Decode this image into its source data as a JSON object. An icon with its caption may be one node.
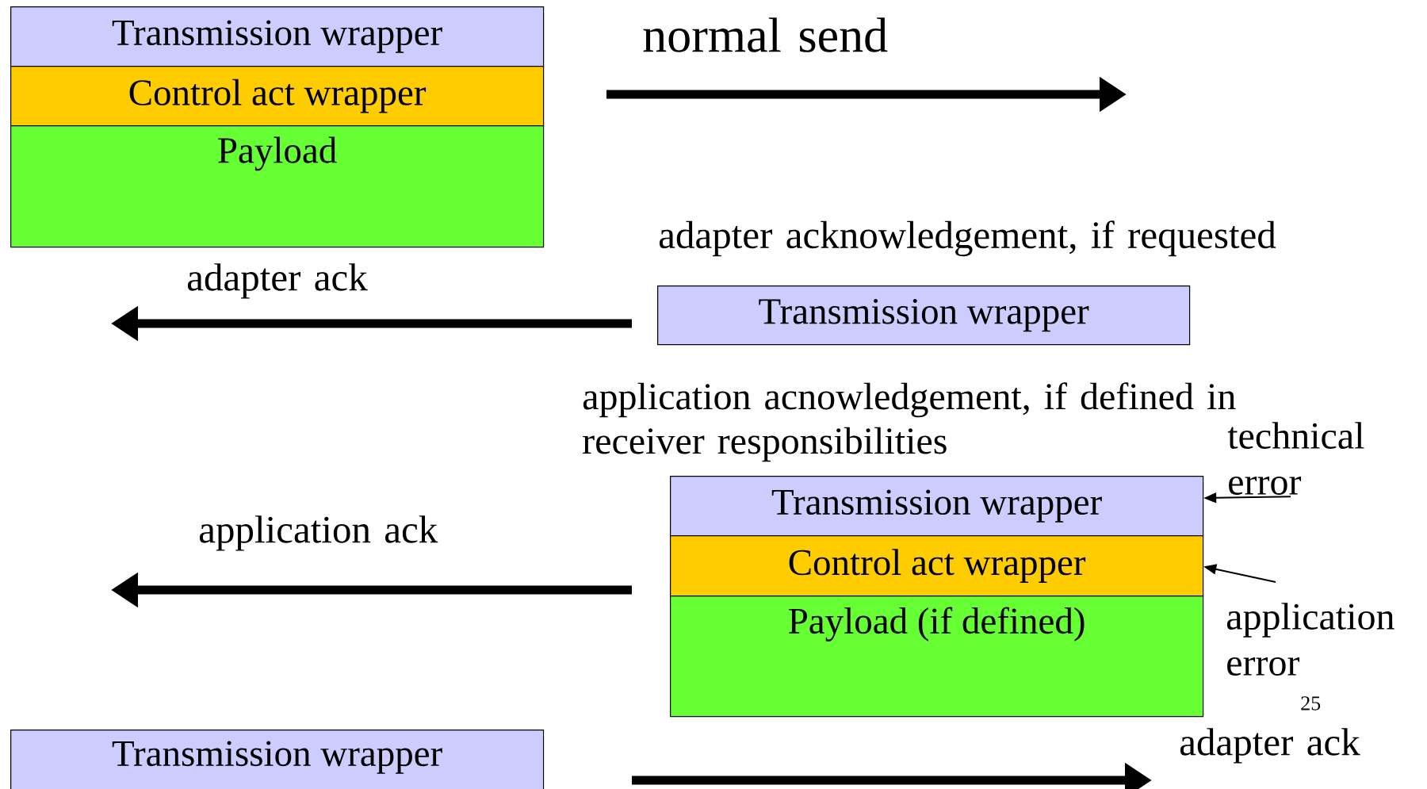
{
  "diagram": {
    "nodes": [
      {
        "text": [
          "Transmission wrapper"
        ]
      },
      {
        "text": [
          "Control act wrapper"
        ]
      },
      {
        "text": [
          "Payload"
        ]
      },
      {
        "text": [
          "Transmission wrapper"
        ]
      },
      {
        "text": [
          "Transmission wrapper"
        ]
      },
      {
        "text": [
          "Control act wrapper"
        ]
      },
      {
        "text": [
          "Payload (if defined)"
        ]
      },
      {
        "text": [
          "technical error"
        ]
      },
      {
        "text": [
          "application error"
        ]
      },
      {
        "text": [
          "Transmission wrapper"
        ]
      }
    ],
    "edges": [
      {
        "from": 7,
        "to": 4,
        "arrow": "to"
      },
      {
        "from": 8,
        "to": 5,
        "arrow": "to"
      }
    ],
    "labels": [
      "normal send",
      "adapter acknowledgement, if requested",
      "adapter ack",
      "application acnowledgement, if defined in receiver responsibilities",
      "application ack",
      "adapter ack",
      "25"
    ]
  }
}
